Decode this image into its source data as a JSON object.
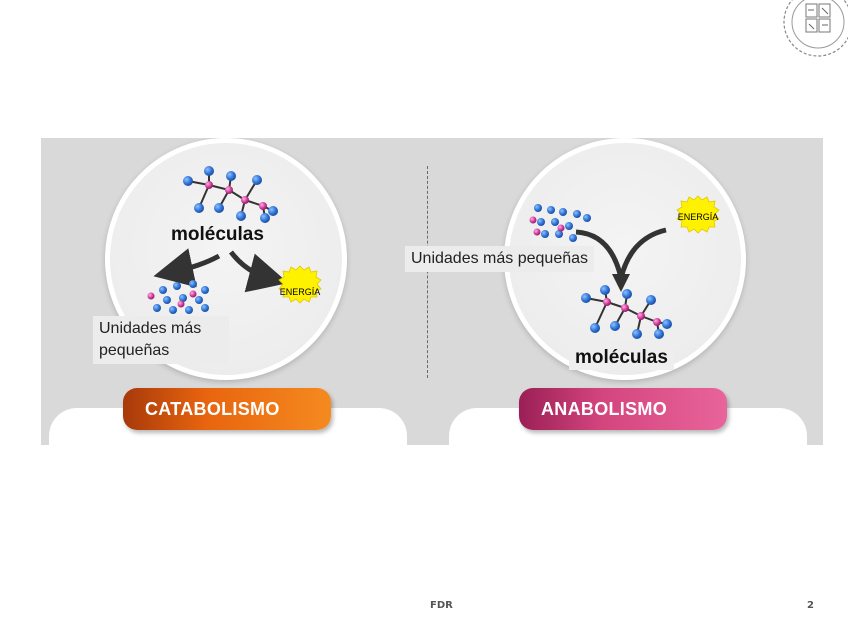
{
  "catabolism": {
    "molecule_label": "moléculas",
    "energy_label": "ENERGÍA",
    "small_units_line1": "Unidades más",
    "small_units_line2": "pequeñas",
    "title": "CATABOLISMO"
  },
  "anabolism": {
    "molecule_label": "moléculas",
    "energy_label": "ENERGÍA",
    "small_units_label": "Unidades más pequeñas",
    "title": "ANABOLISMO"
  },
  "footer": {
    "center": "FDR",
    "page_number": "2"
  },
  "colors": {
    "catabolism": "#e8650f",
    "anabolism": "#d4457e",
    "atom_blue": "#2f73d6",
    "atom_pink": "#d13a9a",
    "energy": "#fff200",
    "panel_bg": "#d9d9d9"
  }
}
